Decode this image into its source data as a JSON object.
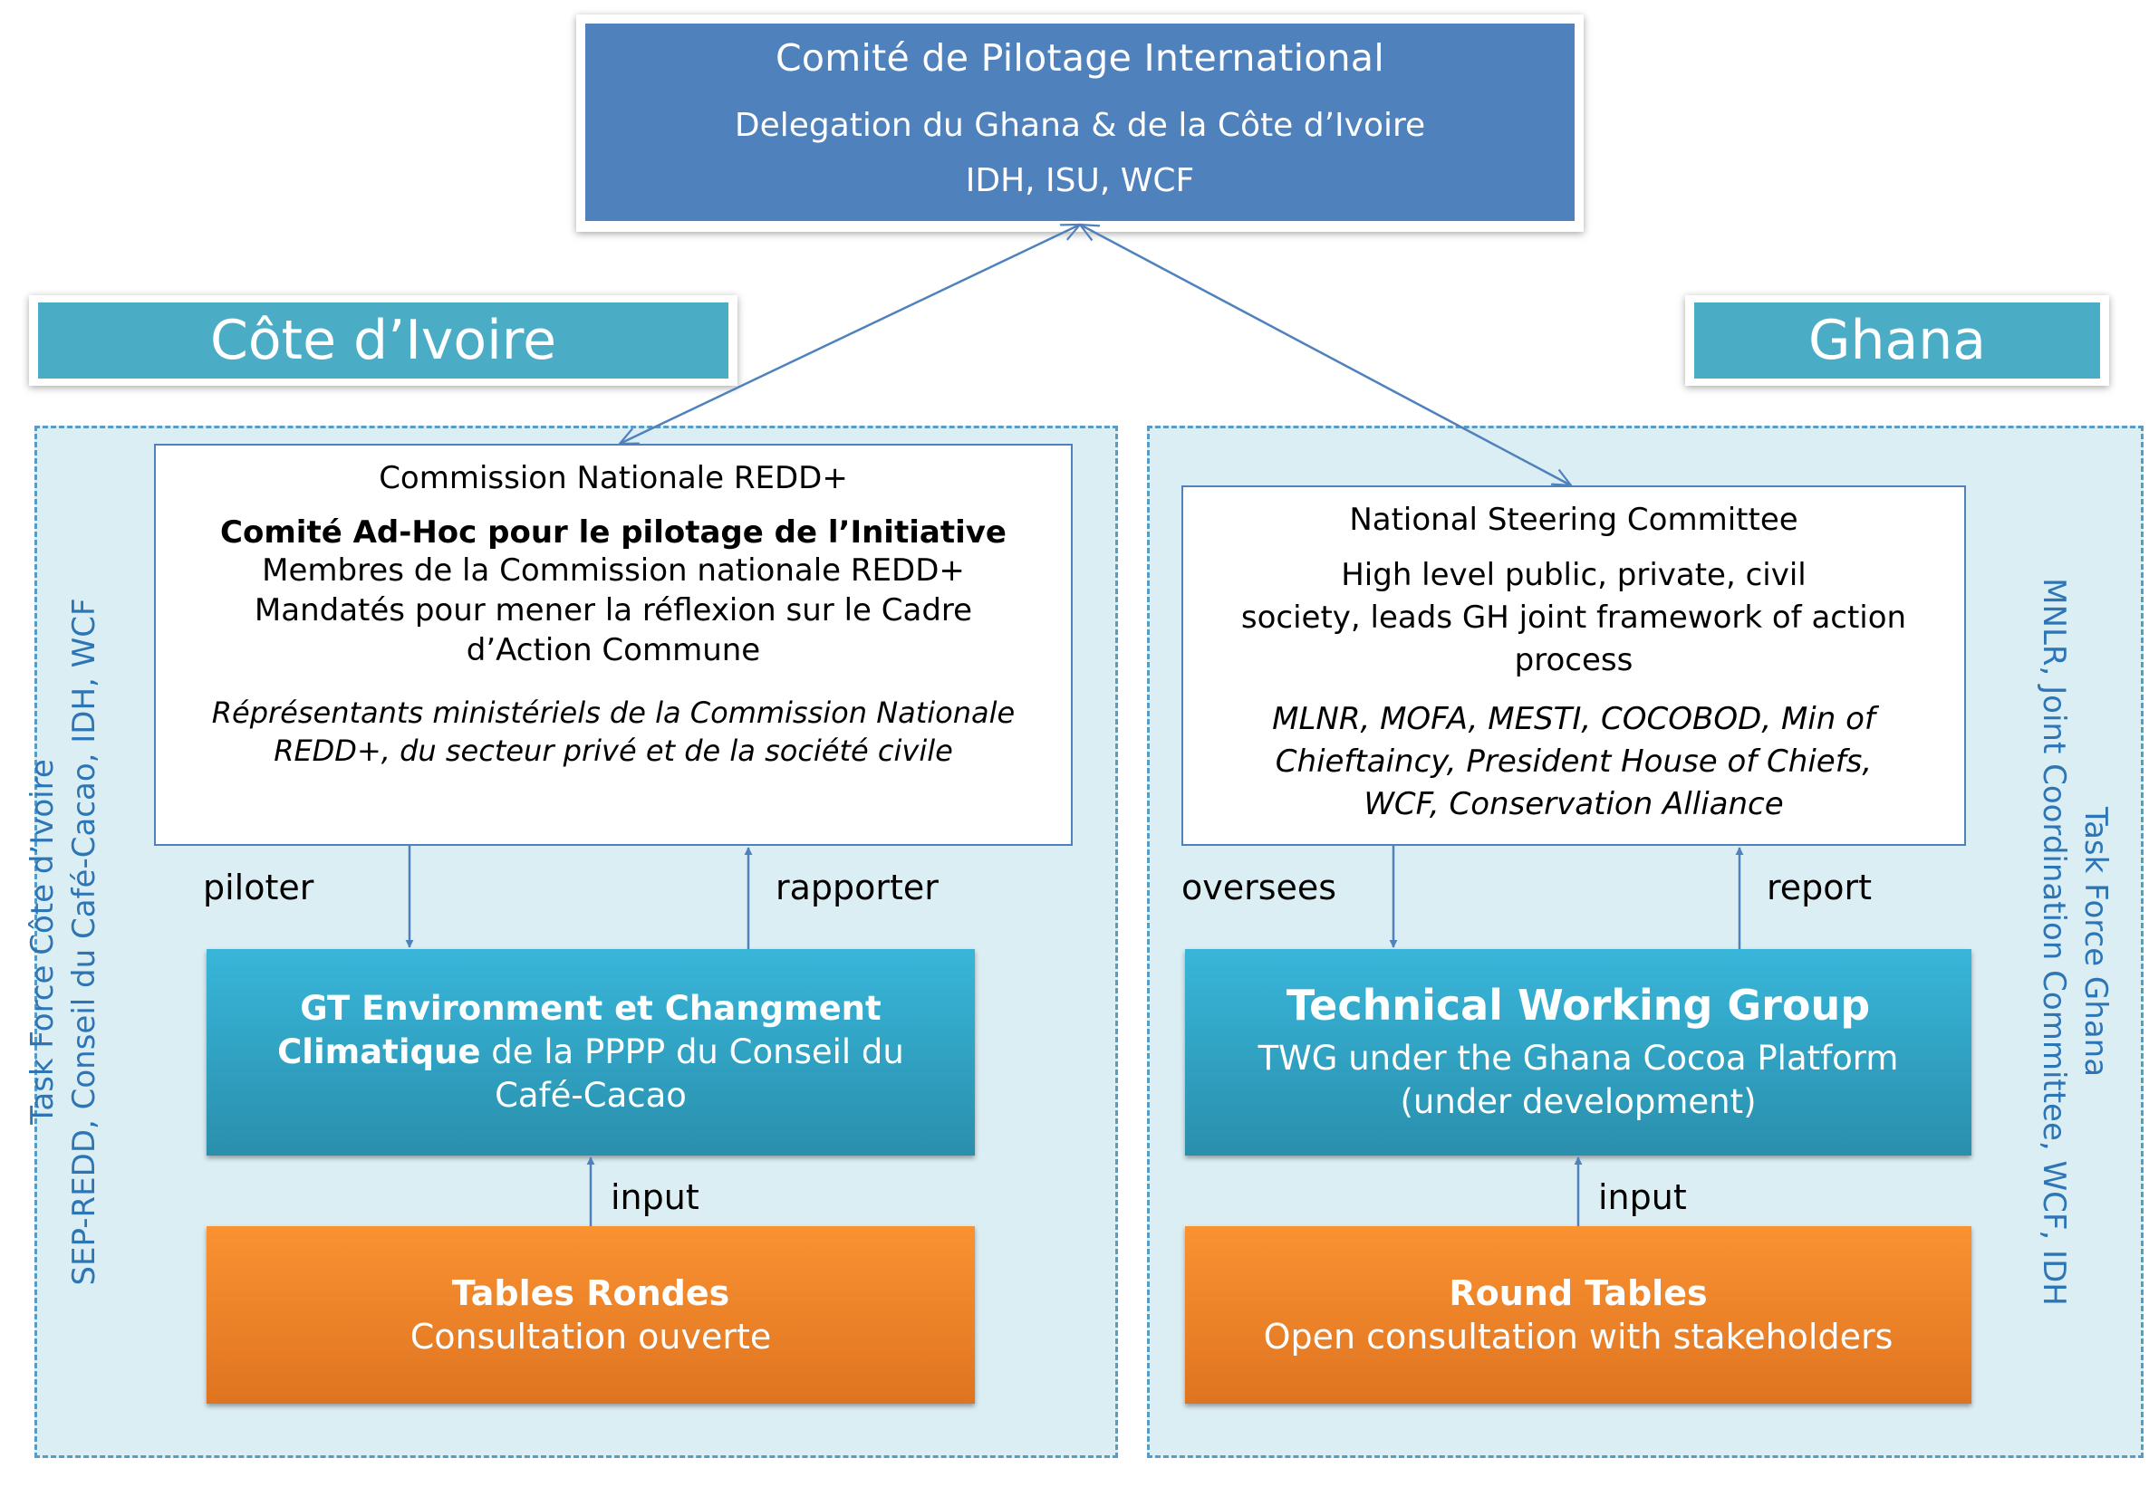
{
  "top": {
    "title": "Comité de Pilotage International",
    "line1": "Delegation du Ghana & de la Côte d’Ivoire",
    "line2": "IDH, ISU, WCF"
  },
  "cote_divoire": {
    "country": "Côte d’Ivoire",
    "task_force_title": "Task Force Côte d’Ivoire",
    "task_force_members": "SEP-REDD, Conseil du Café-Cacao, IDH, WCF",
    "commission": {
      "heading": "Commission Nationale REDD+",
      "bold_line": "Comité Ad-Hoc pour le pilotage de l’Initiative",
      "lines": [
        "Membres de la Commission nationale REDD+",
        "Mandatés pour mener la réflexion sur le Cadre",
        "d’Action Commune"
      ],
      "italic_lines": [
        "Réprésentants ministériels de la Commission Nationale",
        "REDD+, du secteur privé et de la société civile"
      ]
    },
    "down_label": "piloter",
    "up_label": "rapporter",
    "working_group": {
      "bold1": "GT Environment et Changment",
      "bold2": "Climatique",
      "rest2": " de la PPPP du Conseil du",
      "line3": "Café-Cacao"
    },
    "input_label": "input",
    "tables": {
      "title": "Tables Rondes",
      "subtitle": "Consultation ouverte"
    }
  },
  "ghana": {
    "country": "Ghana",
    "task_force_title": "Task Force Ghana",
    "task_force_members": "MNLR, Joint Coordination Committee, WCF, IDH",
    "committee": {
      "heading": "National Steering Committee",
      "lines": [
        "High level public, private, civil",
        "society, leads GH joint framework of action",
        "process"
      ],
      "italic_lines": [
        "MLNR, MOFA, MESTI, COCOBOD, Min of",
        "Chieftaincy, President House of Chiefs,",
        "WCF, Conservation Alliance"
      ]
    },
    "down_label": "oversees",
    "up_label": "report",
    "working_group": {
      "title": "Technical Working Group",
      "line1": "TWG under the Ghana Cocoa Platform",
      "line2": "(under development)"
    },
    "input_label": "input",
    "tables": {
      "title": "Round Tables",
      "subtitle": "Open consultation with stakeholders"
    }
  },
  "colors": {
    "top_box": "#4f81bd",
    "country_label": "#4bacc6",
    "region_fill": "#dbeef4",
    "teal_box": "#38b6da",
    "orange_box": "#fa9232",
    "arrow": "#4f81bd",
    "side_text": "#2e75b6"
  }
}
